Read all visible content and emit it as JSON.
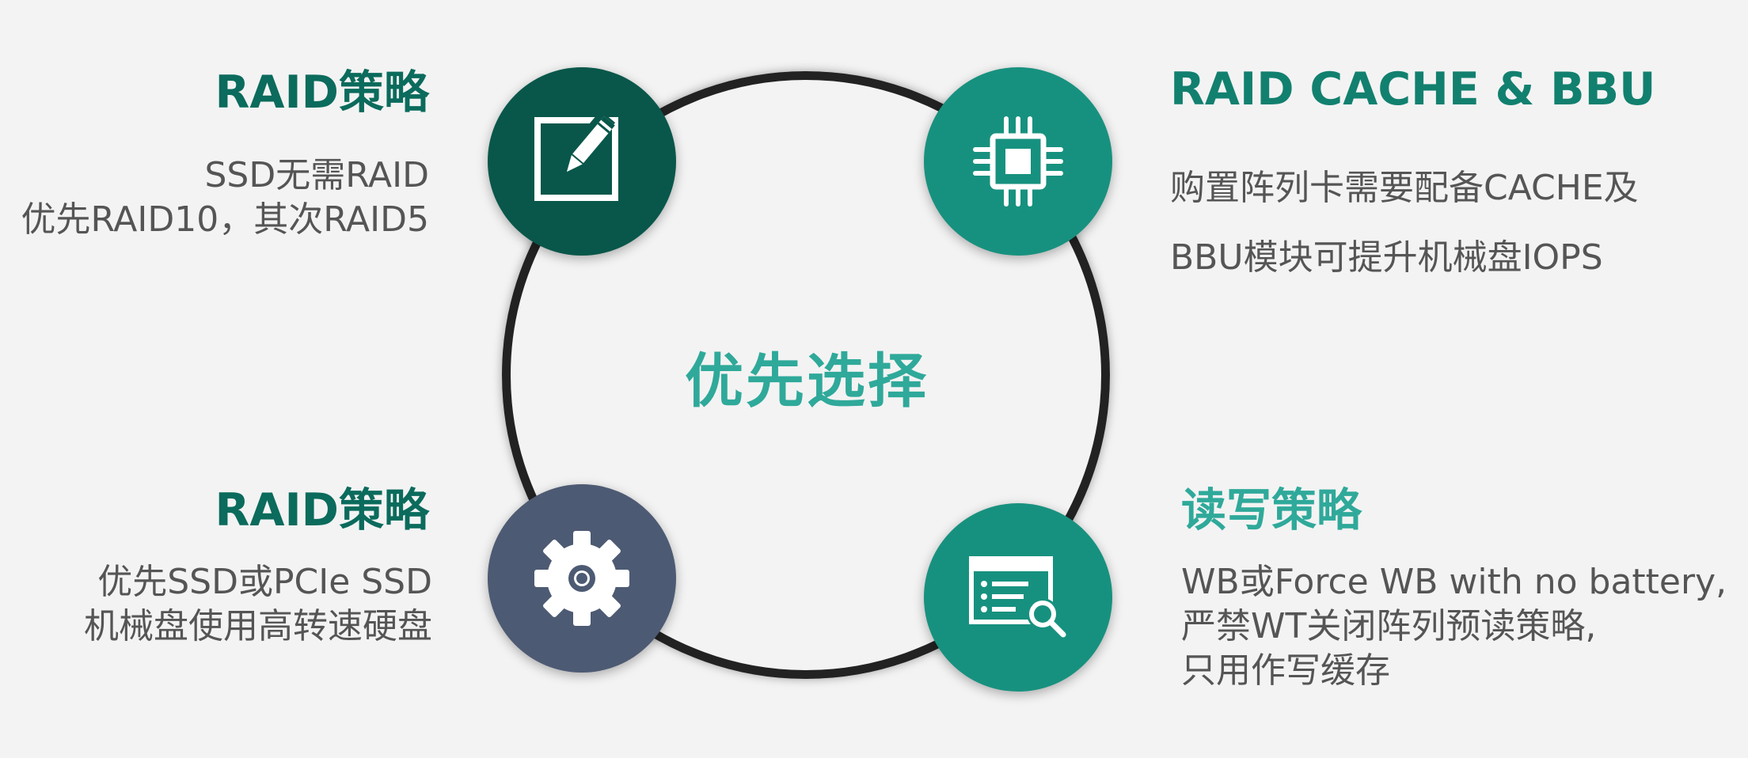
{
  "center": {
    "label": "优先选择"
  },
  "colors": {
    "dark_green": "#08574a",
    "teal": "#17917f",
    "slate": "#4d5a73",
    "center_text": "#2fa99a",
    "ring": "#222222",
    "body_text": "#555555"
  },
  "nodes": [
    {
      "position": "top-left",
      "icon": "edit-icon",
      "color": "#08574a",
      "title": "RAID策略",
      "title_color": "#0b6b5c",
      "lines": [
        "SSD无需RAID",
        "优先RAID10，其次RAID5"
      ]
    },
    {
      "position": "top-right",
      "icon": "chip-icon",
      "color": "#17917f",
      "title": "RAID CACHE & BBU",
      "title_color": "#12806f",
      "lines": [
        "购置阵列卡需要配备CACHE及",
        "BBU模块可提升机械盘IOPS"
      ]
    },
    {
      "position": "bottom-left",
      "icon": "gear-icon",
      "color": "#4d5a73",
      "title": "RAID策略",
      "title_color": "#0b6b5c",
      "lines": [
        "优先SSD或PCIe SSD",
        "机械盘使用高转速硬盘"
      ]
    },
    {
      "position": "bottom-right",
      "icon": "search-list-icon",
      "color": "#17917f",
      "title": "读写策略",
      "title_color": "#2fa99a",
      "lines": [
        "WB或Force WB with no battery,",
        "严禁WT关闭阵列预读策略,",
        "只用作写缓存"
      ]
    }
  ]
}
